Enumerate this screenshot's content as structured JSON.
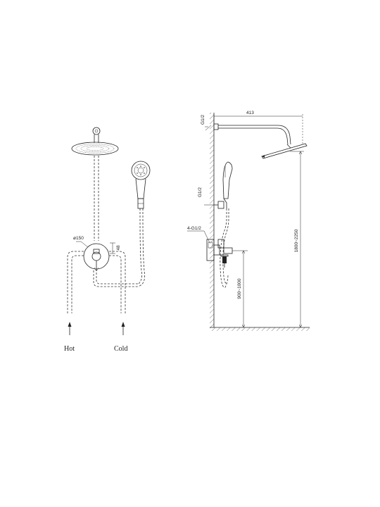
{
  "front_view": {
    "labels": {
      "hot": "Hot",
      "cold": "Cold",
      "diameter": "ø150",
      "offset": "48"
    }
  },
  "side_view": {
    "labels": {
      "arm_length": "413",
      "top_thread": "G1/2",
      "hose_thread": "G1/2",
      "valve_thread": "4-G1/2",
      "valve_height": "900~1000",
      "head_height": "1800~2250"
    }
  }
}
